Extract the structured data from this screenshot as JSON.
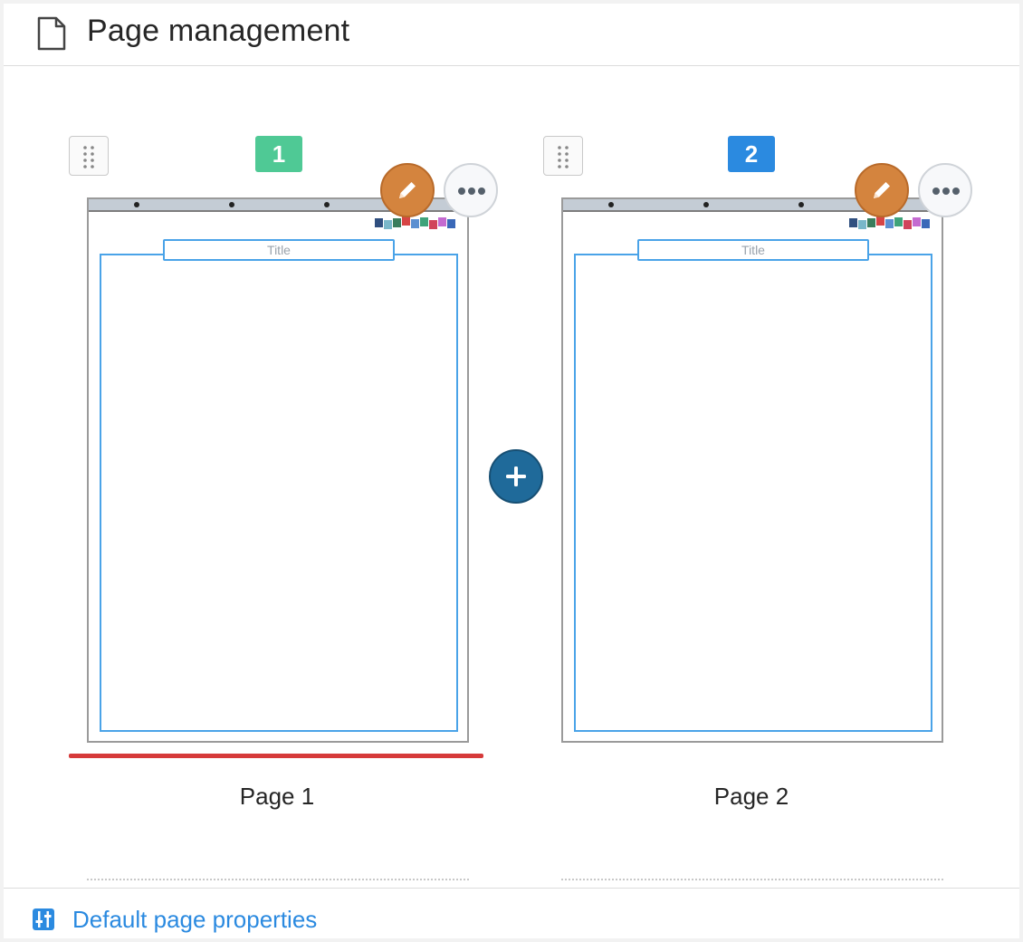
{
  "header": {
    "title": "Page management",
    "icon": "document-icon"
  },
  "pages": [
    {
      "number": "1",
      "badge_color": "#4fc995",
      "label": "Page 1",
      "thumbnail_title": "Title",
      "selected": true
    },
    {
      "number": "2",
      "badge_color": "#2b8ae0",
      "label": "Page 2",
      "thumbnail_title": "Title",
      "selected": false
    }
  ],
  "actions": {
    "edit_icon": "pencil-icon",
    "more_icon": "ellipsis-icon",
    "add_icon": "plus-icon",
    "drag_icon": "drag-handle-icon"
  },
  "footer": {
    "link_label": "Default page properties",
    "icon": "sliders-icon"
  },
  "colors": {
    "accent": "#2b8ae0",
    "edit": "#d4843e",
    "add": "#1f6a9a",
    "selected_underline": "#d63a3a"
  }
}
